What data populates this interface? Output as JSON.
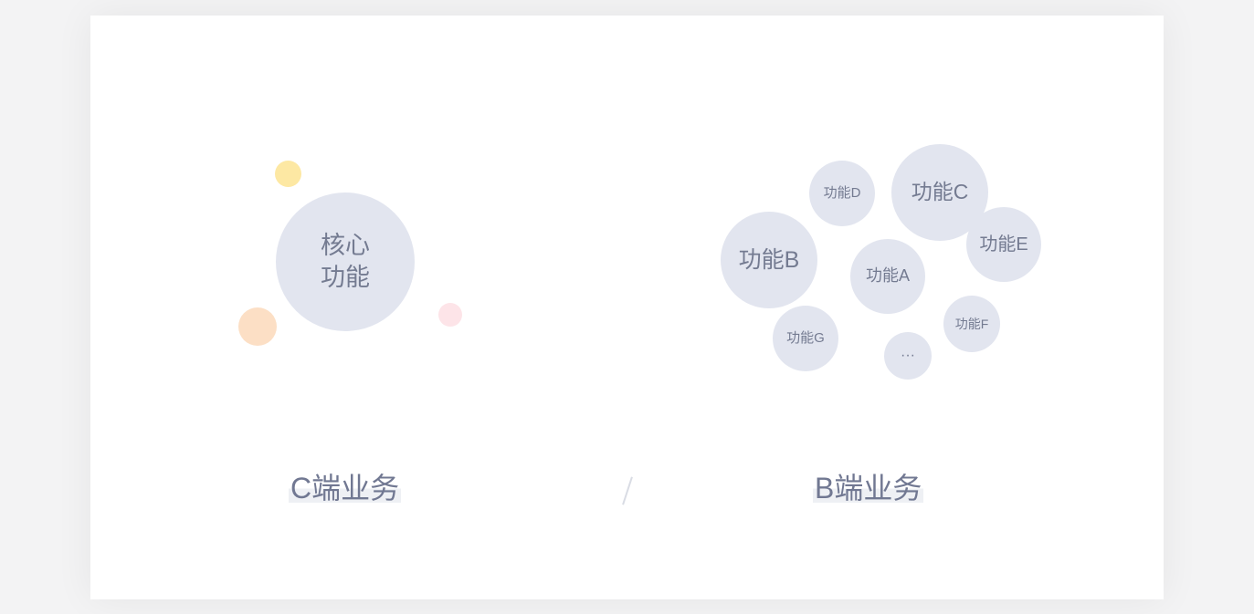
{
  "left": {
    "core_line1": "核心",
    "core_line2": "功能",
    "title": "C端业务"
  },
  "right": {
    "features": {
      "a": "功能A",
      "b": "功能B",
      "c": "功能C",
      "d": "功能D",
      "e": "功能E",
      "f": "功能F",
      "g": "功能G",
      "more": "···"
    },
    "title": "B端业务"
  },
  "divider": "/",
  "colors": {
    "bubble": "#e2e5ef",
    "bubble_text": "#747b91",
    "yellow": "#fde8a3",
    "orange": "#fcdfc5",
    "pink": "#fde4e8"
  }
}
